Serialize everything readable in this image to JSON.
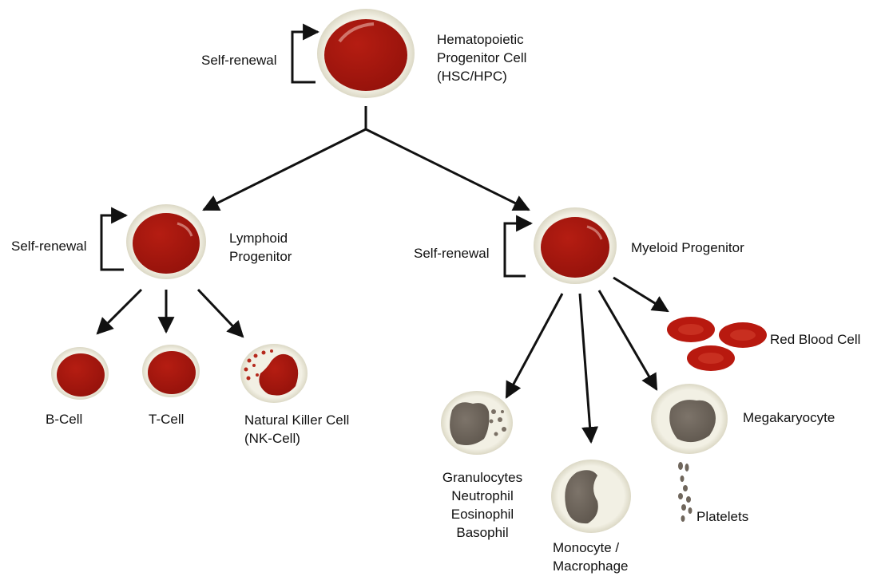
{
  "colors": {
    "nucleus_red": "#a0150e",
    "membrane": "#d9d6c3",
    "arrow": "#111111",
    "nucleus_grey": "#6f665c"
  },
  "nodes": {
    "hsc": {
      "lines": [
        "Hematopoietic",
        "Progenitor Cell",
        "(HSC/HPC)"
      ],
      "self_renewal": "Self-renewal"
    },
    "lymphoid": {
      "lines": [
        "Lymphoid",
        "Progenitor"
      ],
      "self_renewal": "Self-renewal"
    },
    "myeloid": {
      "lines": [
        "Myeloid Progenitor"
      ],
      "self_renewal": "Self-renewal"
    },
    "b_cell": {
      "lines": [
        "B-Cell"
      ]
    },
    "t_cell": {
      "lines": [
        "T-Cell"
      ]
    },
    "nk_cell": {
      "lines": [
        "Natural Killer Cell",
        "(NK-Cell)"
      ]
    },
    "rbc": {
      "lines": [
        "Red Blood Cell"
      ]
    },
    "granulocytes": {
      "lines": [
        "Granulocytes",
        "Neutrophil",
        "Eosinophil",
        "Basophil"
      ]
    },
    "monocyte": {
      "lines": [
        "Monocyte /",
        "Macrophage"
      ]
    },
    "megakaryocyte": {
      "lines": [
        "Megakaryocyte"
      ]
    },
    "platelets": {
      "lines": [
        "Platelets"
      ]
    }
  }
}
